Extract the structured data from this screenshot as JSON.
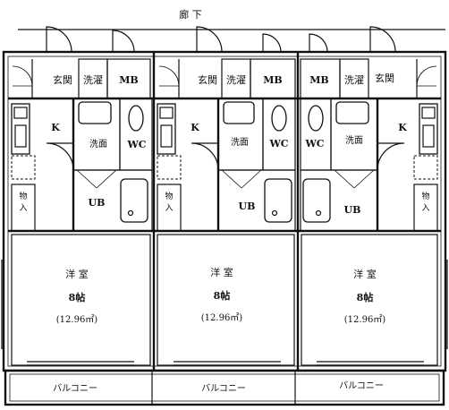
{
  "corridor_label": "廊 下",
  "units": [
    {
      "entrance": "玄関",
      "laundry": "洗濯",
      "mb": "MB",
      "kitchen": "K",
      "washroom": "洗面",
      "wc": "WC",
      "bath": "UB",
      "storage": "物入",
      "room_name": "洋 室",
      "room_size": "8帖",
      "room_area": "(12.96㎡)",
      "balcony": "バルコニー"
    },
    {
      "entrance": "玄関",
      "laundry": "洗濯",
      "mb": "MB",
      "kitchen": "K",
      "washroom": "洗面",
      "wc": "WC",
      "bath": "UB",
      "storage": "物入",
      "room_name": "洋 室",
      "room_size": "8帖",
      "room_area": "(12.96㎡)",
      "balcony": "バルコニー"
    },
    {
      "entrance": "玄関",
      "laundry": "洗濯",
      "mb": "MB",
      "kitchen": "K",
      "washroom": "洗面",
      "wc": "WC",
      "bath": "UB",
      "storage": "物入",
      "room_name": "洋 室",
      "room_size": "8帖",
      "room_area": "(12.96㎡)",
      "balcony": "バルコニー"
    }
  ]
}
